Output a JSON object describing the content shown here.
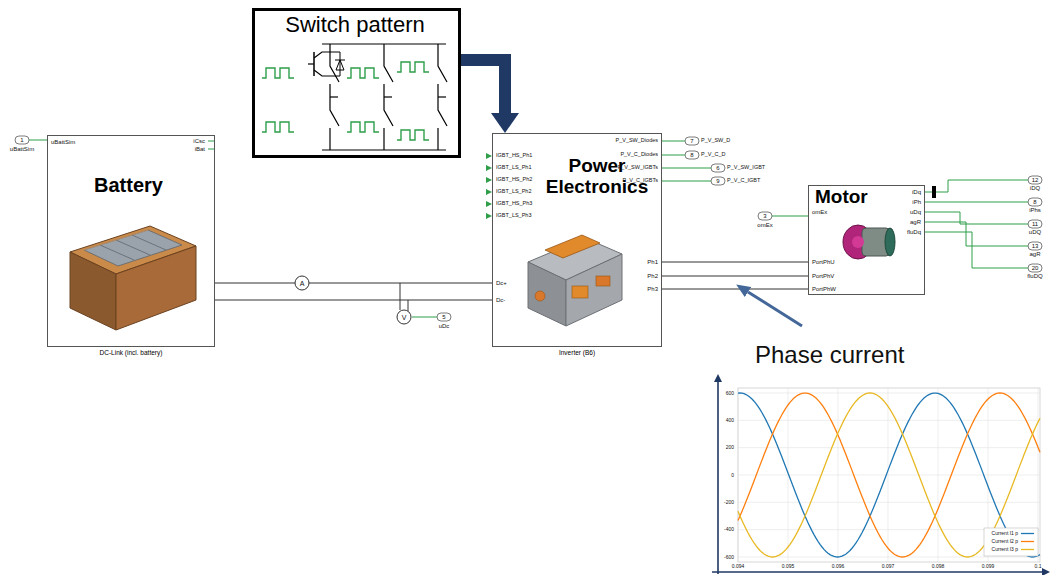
{
  "diagram": {
    "nodes": [
      {
        "text": [
          "Switch pattern"
        ]
      },
      {
        "text": [
          "Battery",
          "DC-Link (incl. battery)"
        ]
      },
      {
        "text": [
          "Power Electronics",
          "Inverter (B6)"
        ]
      },
      {
        "text": [
          "Motor"
        ]
      }
    ],
    "edges": [
      {
        "from": 0,
        "to": 2,
        "arrow": "to"
      },
      {
        "from": 1,
        "to": 2,
        "arrow": "none"
      },
      {
        "from": 1,
        "to": 2,
        "arrow": "none"
      },
      {
        "from": 2,
        "to": 3,
        "arrow": "none"
      },
      {
        "from": 2,
        "to": 3,
        "arrow": "none"
      },
      {
        "from": 2,
        "to": 3,
        "arrow": "none"
      }
    ],
    "labels": [
      "1",
      "uBattSim",
      "uBattSim",
      "iCsc",
      "iBat",
      "A",
      "V",
      "5",
      "uDc",
      "IGBT_HS_Ph1",
      "IGBT_LS_Ph1",
      "IGBT_HS_Ph2",
      "IGBT_LS_Ph2",
      "IGBT_HS_Ph3",
      "IGBT_LS_Ph3",
      "Dc+",
      "Dc-",
      "Ph1",
      "Ph2",
      "Ph3",
      "P_V_SW_Diodes",
      "P_V_C_Diodes",
      "P_V_SW_IGBTs",
      "P_V_C_IGBTs",
      "7",
      "P_V_SW_D",
      "8",
      "P_V_C_D",
      "6",
      "P_V_SW_IGBT",
      "9",
      "P_V_C_IGBT",
      "3",
      "omEx",
      "omEx",
      "PortPhU",
      "PortPhV",
      "PortPhW",
      "iDq",
      "iPh",
      "uDq",
      "agR",
      "fluDq",
      "12",
      "iDQ",
      "8",
      "iPhs",
      "11",
      "uDQ",
      "13",
      "agR",
      "20",
      "fluDQ",
      "Phase current",
      "600",
      "400",
      "200",
      "0",
      "-200",
      "-400",
      "-600",
      "0.094",
      "0.095",
      "0.096",
      "0.097",
      "0.098",
      "0.099",
      "0.1"
    ],
    "legend": [
      {
        "text": "Current I1 p"
      },
      {
        "text": "Current I2 p"
      },
      {
        "text": "Current I3 p"
      }
    ]
  }
}
